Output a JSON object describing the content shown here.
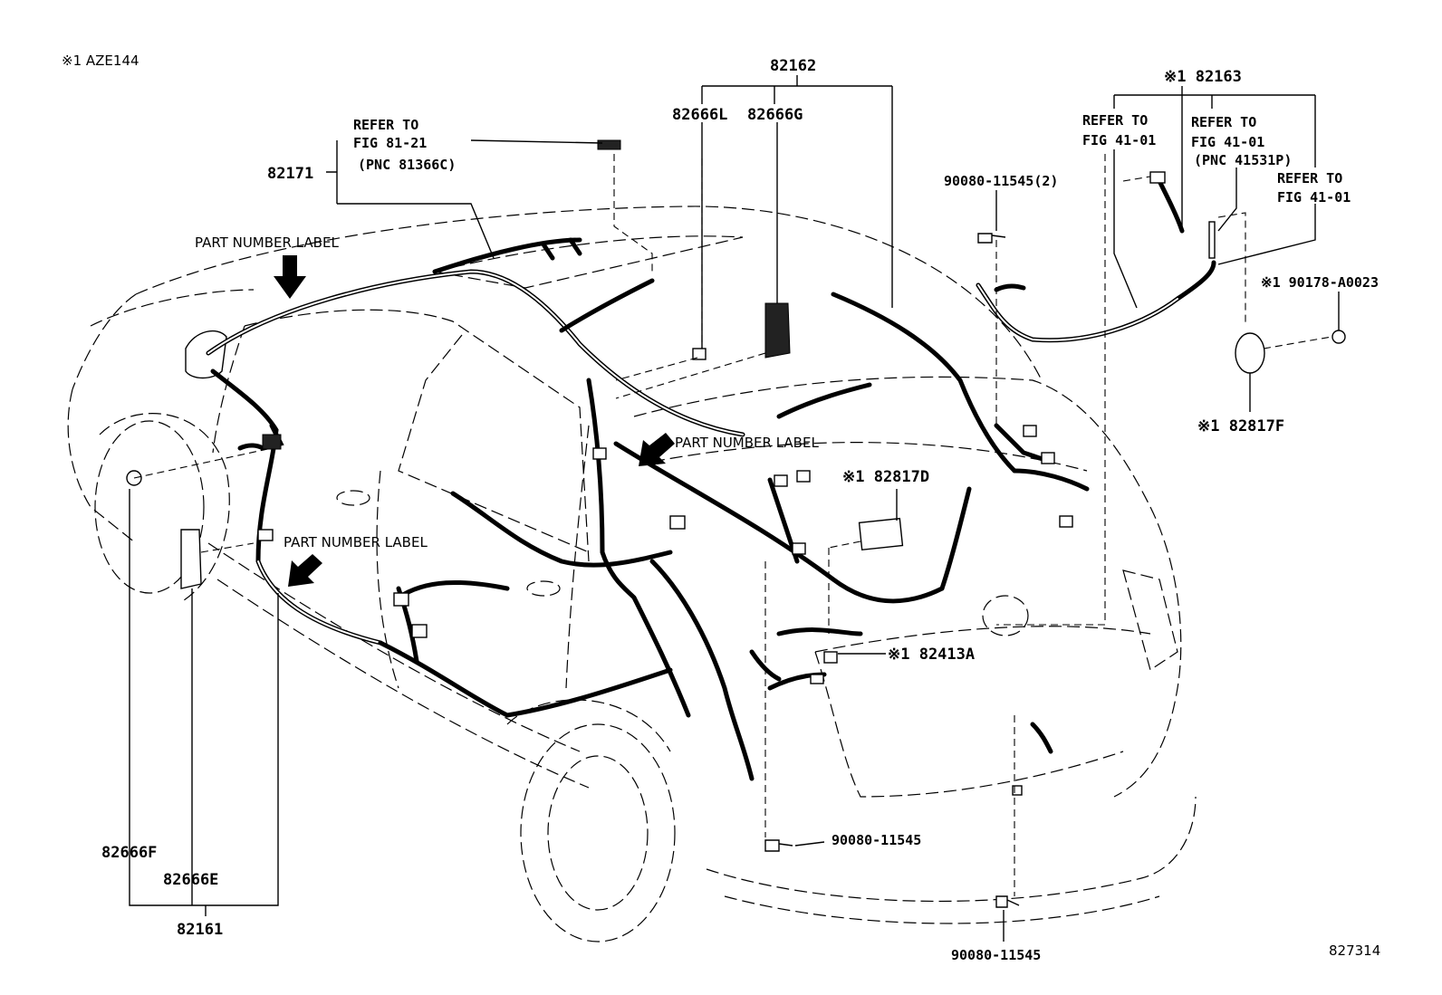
{
  "header_note": "※1 AZE144",
  "figure_number": "827314",
  "callouts": {
    "p82162": "82162",
    "p82666L": "82666L",
    "p82666G": "82666G",
    "p82171": "82171",
    "refer_81_21": [
      "REFER TO",
      "FIG 81-21",
      "(PNC 81366C)"
    ],
    "p82163": "※1 82163",
    "refer_41_01_a": [
      "REFER TO",
      "FIG 41-01"
    ],
    "refer_41_01_b": [
      "REFER TO",
      "FIG 41-01",
      "(PNC 41531P)"
    ],
    "refer_41_01_c": [
      "REFER TO",
      "FIG 41-01"
    ],
    "p90080_11545_2": "90080-11545(2)",
    "p90178_A0023": "※1 90178-A0023",
    "p82817F": "※1 82817F",
    "p82817D": "※1 82817D",
    "p82413A": "※1 82413A",
    "p90080_11545_mid": "90080-11545",
    "p90080_11545_bot": "90080-11545",
    "p82666F": "82666F",
    "p82666E": "82666E",
    "p82161": "82161",
    "pnl_top": "PART NUMBER LABEL",
    "pnl_mid": "PART NUMBER LABEL",
    "pnl_left": "PART NUMBER LABEL"
  }
}
